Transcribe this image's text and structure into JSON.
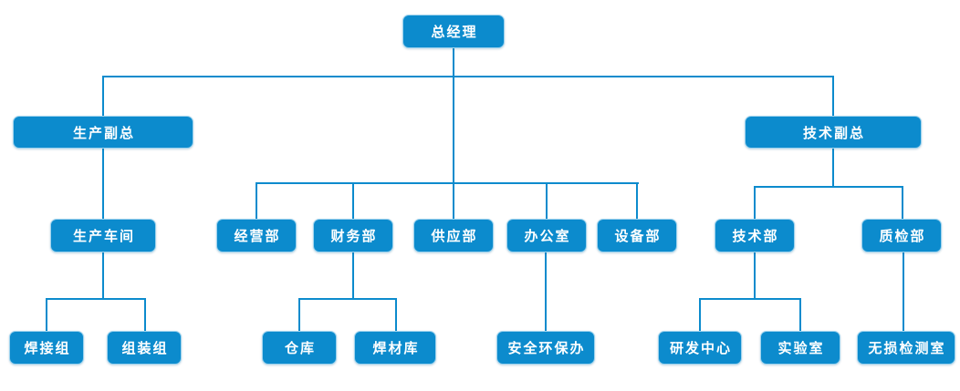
{
  "diagram": {
    "type": "org-chart",
    "colors": {
      "node_fill": "#0c8bcd",
      "node_border": "#9ed3ee",
      "node_text": "#ffffff",
      "connector": "#0c8bcd",
      "background": "#ffffff"
    }
  },
  "nodes": {
    "general_manager": {
      "label": "总经理"
    },
    "production_vp": {
      "label": "生产副总"
    },
    "technical_vp": {
      "label": "技术副总"
    },
    "production_workshop": {
      "label": "生产车间"
    },
    "business_dept": {
      "label": "经营部"
    },
    "finance_dept": {
      "label": "财务部"
    },
    "supply_dept": {
      "label": "供应部"
    },
    "office": {
      "label": "办公室"
    },
    "equipment_dept": {
      "label": "设备部"
    },
    "technical_dept": {
      "label": "技术部"
    },
    "quality_dept": {
      "label": "质检部"
    },
    "welding_group": {
      "label": "焊接组"
    },
    "assembly_group": {
      "label": "组装组"
    },
    "warehouse": {
      "label": "仓库"
    },
    "welding_material_warehouse": {
      "label": "焊材库"
    },
    "safety_env_office": {
      "label": "安全环保办"
    },
    "rnd_center": {
      "label": "研发中心"
    },
    "laboratory": {
      "label": "实验室"
    },
    "ndt_room": {
      "label": "无损检测室"
    }
  },
  "hierarchy": {
    "general_manager": [
      "production_vp",
      "business_dept",
      "finance_dept",
      "supply_dept",
      "office",
      "equipment_dept",
      "technical_vp"
    ],
    "production_vp": [
      "production_workshop"
    ],
    "production_workshop": [
      "welding_group",
      "assembly_group"
    ],
    "finance_dept": [
      "warehouse",
      "welding_material_warehouse"
    ],
    "office": [
      "safety_env_office"
    ],
    "technical_vp": [
      "technical_dept",
      "quality_dept"
    ],
    "technical_dept": [
      "rnd_center",
      "laboratory"
    ],
    "quality_dept": [
      "ndt_room"
    ]
  }
}
